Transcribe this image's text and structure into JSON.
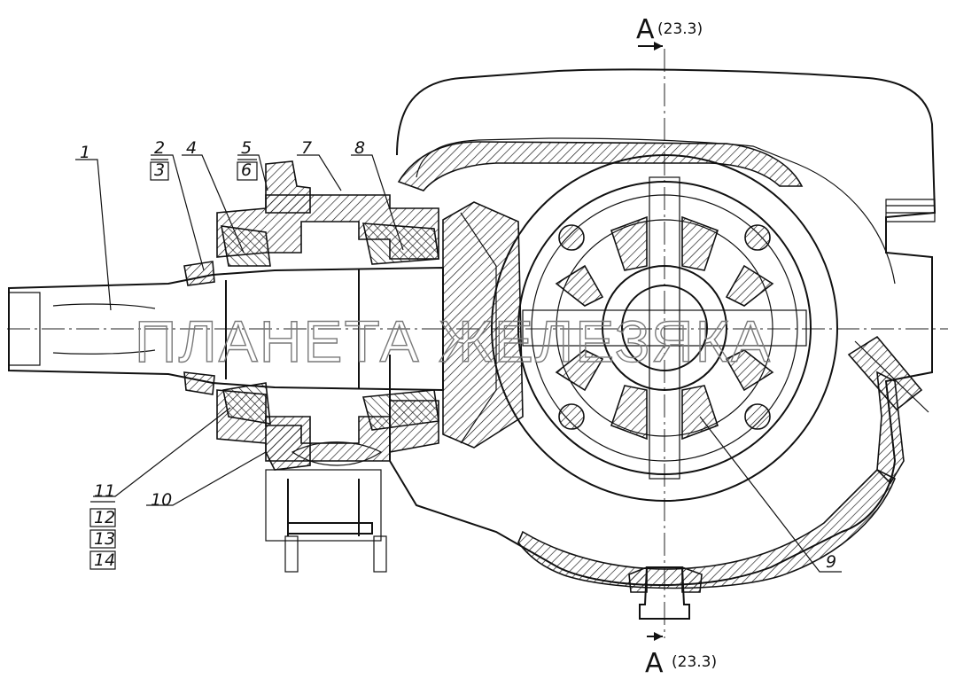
{
  "section_top": {
    "letter": "A",
    "ref": "(23.3)"
  },
  "section_bottom": {
    "letter": "A",
    "ref": "(23.3)"
  },
  "callouts": [
    {
      "id": "c1",
      "text": "1"
    },
    {
      "id": "c2",
      "text": "2"
    },
    {
      "id": "c3",
      "text": "3"
    },
    {
      "id": "c4",
      "text": "4"
    },
    {
      "id": "c5",
      "text": "5"
    },
    {
      "id": "c6",
      "text": "6"
    },
    {
      "id": "c7",
      "text": "7"
    },
    {
      "id": "c8",
      "text": "8"
    },
    {
      "id": "c9",
      "text": "9"
    },
    {
      "id": "c10",
      "text": "10"
    },
    {
      "id": "c11",
      "text": "11"
    },
    {
      "id": "c12",
      "text": "12"
    },
    {
      "id": "c13",
      "text": "13"
    },
    {
      "id": "c14",
      "text": "14"
    }
  ],
  "watermark": "ПЛАНЕТА ЖЕЛЕЗЯКА"
}
